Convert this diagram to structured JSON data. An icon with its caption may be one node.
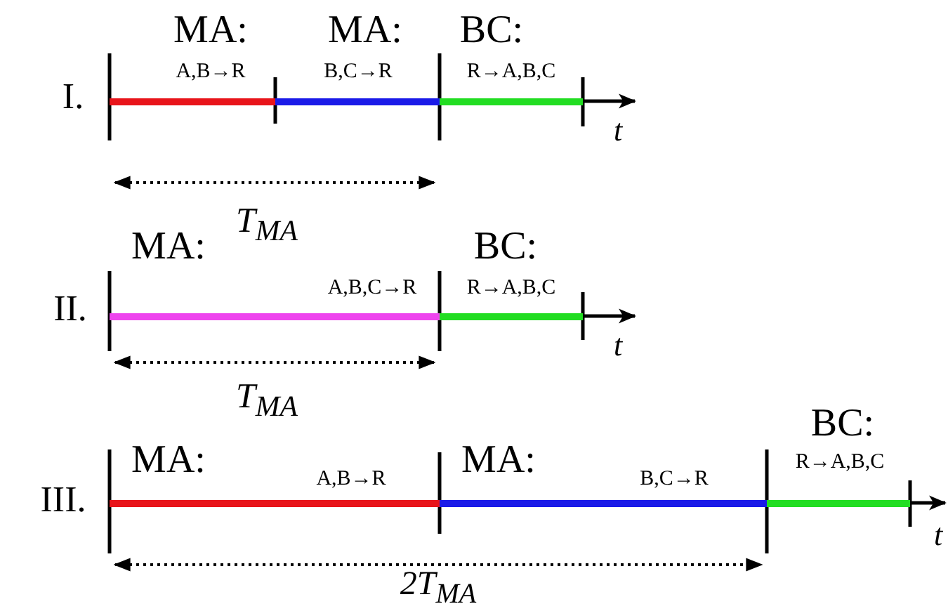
{
  "diagram": {
    "nodes": [
      {
        "text": [
          "MA:",
          "A,B→R"
        ]
      },
      {
        "text": [
          "MA:",
          "B,C→R"
        ]
      },
      {
        "text": [
          "BC:",
          "R→A,B,C"
        ]
      },
      {
        "text": [
          "MA:",
          "A,B,C→R"
        ]
      },
      {
        "text": [
          "BC:",
          "R→A,B,C"
        ]
      },
      {
        "text": [
          "MA:",
          "A,B→R"
        ]
      },
      {
        "text": [
          "MA:",
          "B,C→R"
        ]
      },
      {
        "text": [
          "BC:",
          "R→A,B,C"
        ]
      }
    ],
    "labels": [
      "I.",
      "T$_{MA}$",
      "t",
      "II.",
      "T$_{MA}$",
      "t",
      "III.",
      "2T$_{MA}$",
      "t"
    ]
  }
}
